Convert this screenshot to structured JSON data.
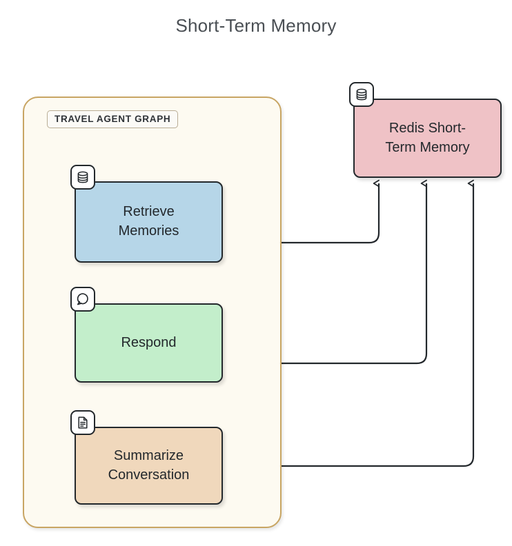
{
  "diagram": {
    "title": "Short-Term Memory",
    "type": "flowchart",
    "subgraph": {
      "label": "TRAVEL AGENT GRAPH",
      "border_color": "#c8a563",
      "fill_color": "#fdfaf1"
    },
    "nodes": [
      {
        "id": "retrieve-memories",
        "label": "Retrieve\nMemories",
        "icon": "database-icon",
        "fill_color": "#b6d6e8",
        "group": "travel-agent-graph"
      },
      {
        "id": "respond",
        "label": "Respond",
        "icon": "chat-bubble-icon",
        "fill_color": "#c3eecb",
        "group": "travel-agent-graph"
      },
      {
        "id": "summarize-conversation",
        "label": "Summarize\nConversation",
        "icon": "document-icon",
        "fill_color": "#f0d8bc",
        "group": "travel-agent-graph"
      },
      {
        "id": "redis-short-term-memory",
        "label": "Redis Short-\nTerm Memory",
        "icon": "database-icon",
        "fill_color": "#efc2c6",
        "group": "external"
      }
    ],
    "edges": [
      {
        "from": "retrieve-memories",
        "to": "respond",
        "style": "solid",
        "arrow": "end"
      },
      {
        "from": "respond",
        "to": "summarize-conversation",
        "style": "solid",
        "arrow": "end"
      },
      {
        "from": "retrieve-memories",
        "to": "redis-short-term-memory",
        "style": "solid",
        "arrow": "both"
      },
      {
        "from": "respond",
        "to": "redis-short-term-memory",
        "style": "solid",
        "arrow": "both"
      },
      {
        "from": "summarize-conversation",
        "to": "redis-short-term-memory",
        "style": "solid",
        "arrow": "both"
      }
    ],
    "edge_color": "#23282c"
  }
}
